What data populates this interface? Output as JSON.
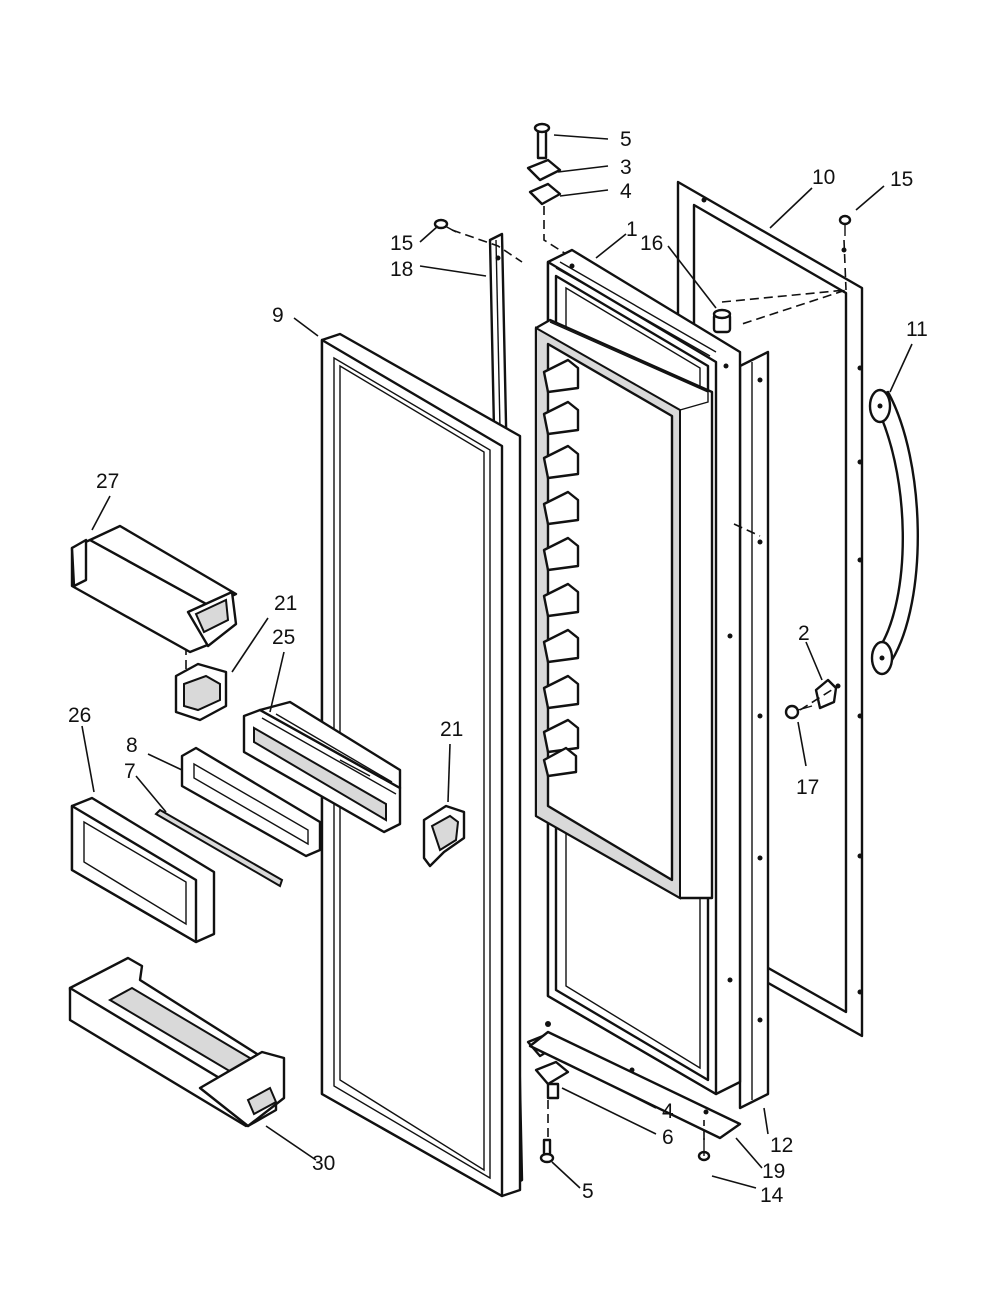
{
  "callouts": [
    {
      "id": "c5-top",
      "text": "5"
    },
    {
      "id": "c3",
      "text": "3"
    },
    {
      "id": "c4-top",
      "text": "4"
    },
    {
      "id": "c10",
      "text": "10"
    },
    {
      "id": "c15-right",
      "text": "15"
    },
    {
      "id": "c15-left",
      "text": "15"
    },
    {
      "id": "c1",
      "text": "1"
    },
    {
      "id": "c18",
      "text": "18"
    },
    {
      "id": "c16",
      "text": "16"
    },
    {
      "id": "c9",
      "text": "9"
    },
    {
      "id": "c11",
      "text": "11"
    },
    {
      "id": "c27",
      "text": "27"
    },
    {
      "id": "c21-left",
      "text": "21"
    },
    {
      "id": "c25",
      "text": "25"
    },
    {
      "id": "c2",
      "text": "2"
    },
    {
      "id": "c26",
      "text": "26"
    },
    {
      "id": "c8",
      "text": "8"
    },
    {
      "id": "c21-mid",
      "text": "21"
    },
    {
      "id": "c7",
      "text": "7"
    },
    {
      "id": "c17",
      "text": "17"
    },
    {
      "id": "c4-bottom",
      "text": "4"
    },
    {
      "id": "c6",
      "text": "6"
    },
    {
      "id": "c12",
      "text": "12"
    },
    {
      "id": "c30",
      "text": "30"
    },
    {
      "id": "c19",
      "text": "19"
    },
    {
      "id": "c14",
      "text": "14"
    },
    {
      "id": "c5-bottom",
      "text": "5"
    }
  ]
}
